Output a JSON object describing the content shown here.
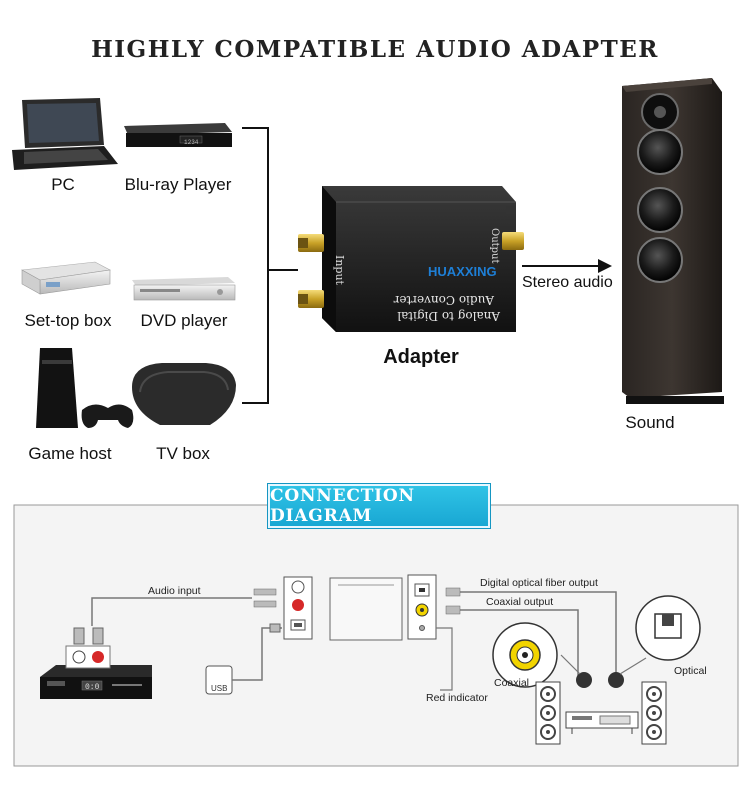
{
  "title": "HIGHLY COMPATIBLE AUDIO ADAPTER",
  "devices": {
    "pc": "PC",
    "bluray": "Blu-ray Player",
    "settop": "Set-top box",
    "dvd": "DVD player",
    "game": "Game host",
    "tvbox": "TV box"
  },
  "adapter": {
    "label": "Adapter",
    "brand": "HUAXXING",
    "input_port": "Input",
    "output_port": "Output",
    "body_text_line1": "Analog to Digital",
    "body_text_line2": "Audio Converter",
    "bluray_display": "1234"
  },
  "stereo_audio": "Stereo audio",
  "sound": "Sound",
  "connection_diagram": {
    "banner": "CONNECTION DIAGRAM",
    "audio_input": "Audio input",
    "digital_optical": "Digital optical fiber output",
    "coaxial_output": "Coaxial output",
    "red_indicator": "Red indicator",
    "coaxial": "Coaxial",
    "optical": "Optical",
    "usb": "USB",
    "player_display": "0:0"
  },
  "colors": {
    "banner": "#19a7d3",
    "brand": "#1e7fd6",
    "connector_gold": "#c9a227",
    "rca_red": "#d62828",
    "rca_yellow": "#f2d400"
  }
}
